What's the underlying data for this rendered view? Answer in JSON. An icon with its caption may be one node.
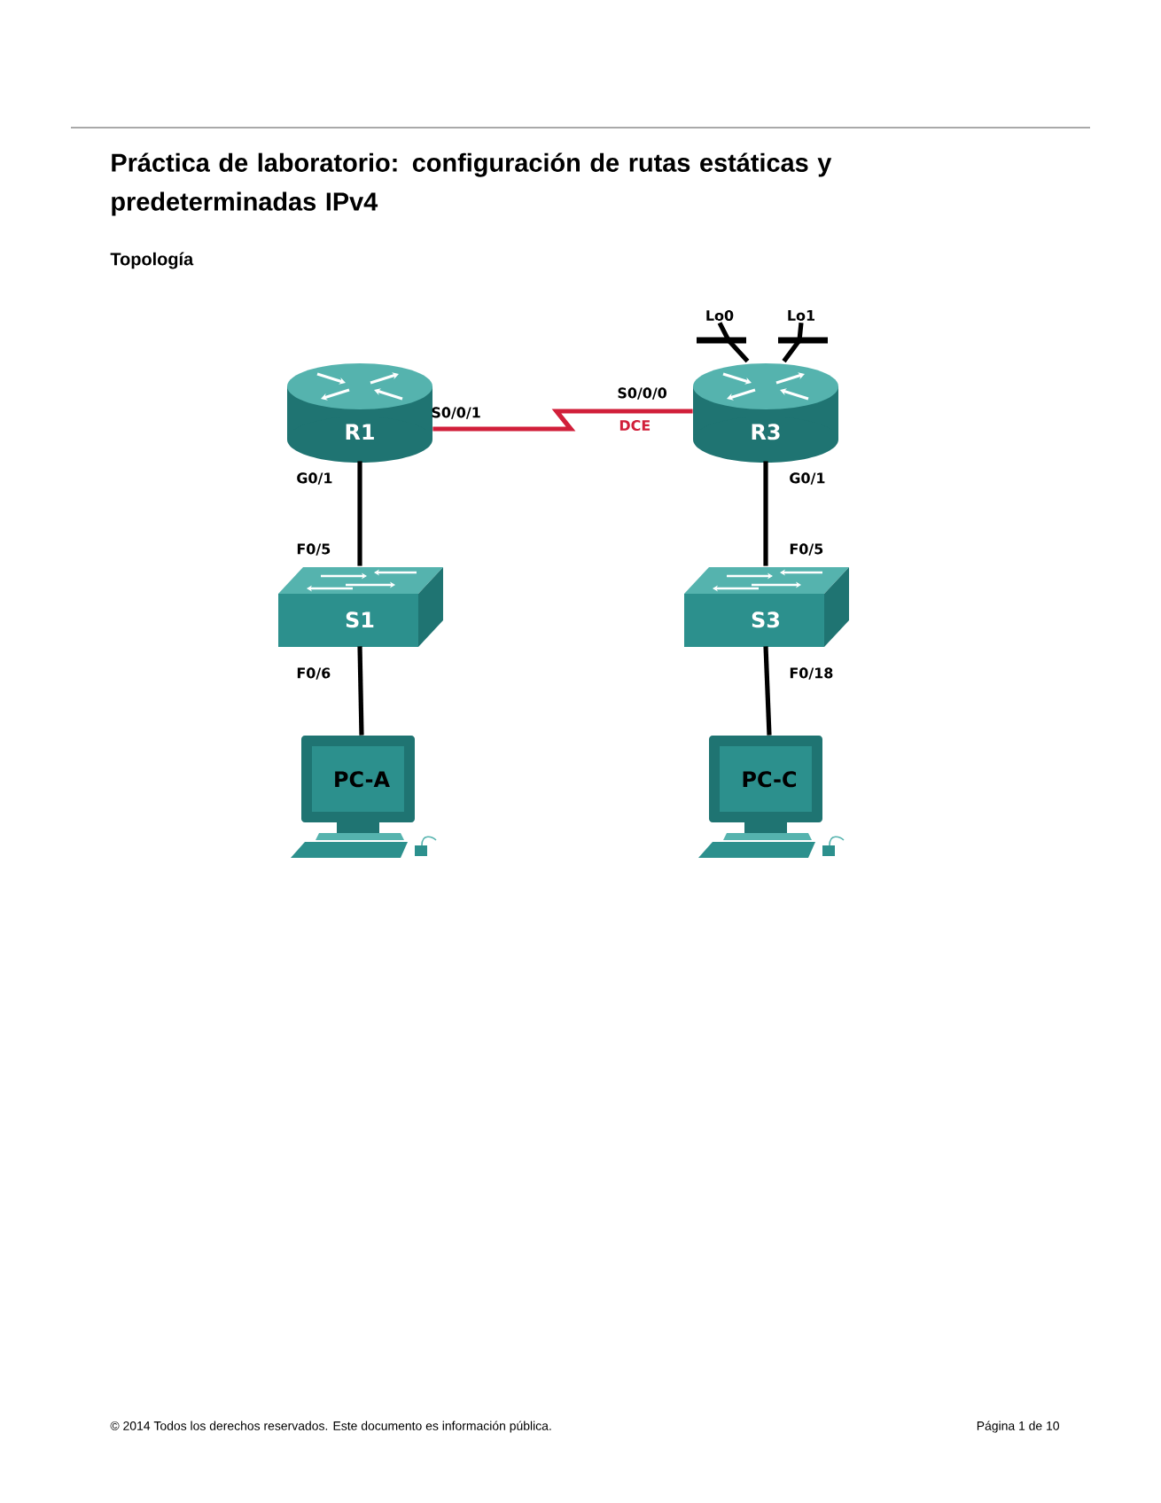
{
  "diagram": {
    "title": "Práctica de laboratorio: configuración de rutas estáticas y predeterminadas IPv4",
    "nodes": [
      {
        "text": [
          "R1"
        ]
      },
      {
        "text": [
          "R3"
        ]
      },
      {
        "text": [
          "S1"
        ]
      },
      {
        "text": [
          "S3"
        ]
      },
      {
        "text": [
          "PC-A"
        ]
      },
      {
        "text": [
          "PC-C"
        ]
      },
      {
        "text": [
          "Lo0"
        ]
      },
      {
        "text": [
          "Lo1"
        ]
      }
    ],
    "edges": [
      {
        "from": 0,
        "to": 1,
        "arrow": "none",
        "color": "#d11f3a"
      },
      {
        "from": 0,
        "to": 2,
        "arrow": "none"
      },
      {
        "from": 2,
        "to": 4,
        "arrow": "none"
      },
      {
        "from": 1,
        "to": 3,
        "arrow": "none"
      },
      {
        "from": 3,
        "to": 5,
        "arrow": "none"
      },
      {
        "from": 6,
        "to": 1,
        "arrow": "none"
      },
      {
        "from": 7,
        "to": 1,
        "arrow": "none"
      }
    ],
    "labels": [
      "Topología",
      "S0/0/1",
      "S0/0/0",
      "DCE",
      "G0/1",
      "G0/1",
      "F0/5",
      "F0/5",
      "F0/6",
      "F0/18",
      "© 2014 Todos los derechos reservados. Este documento es información pública.",
      "Página 1 de 10"
    ]
  }
}
